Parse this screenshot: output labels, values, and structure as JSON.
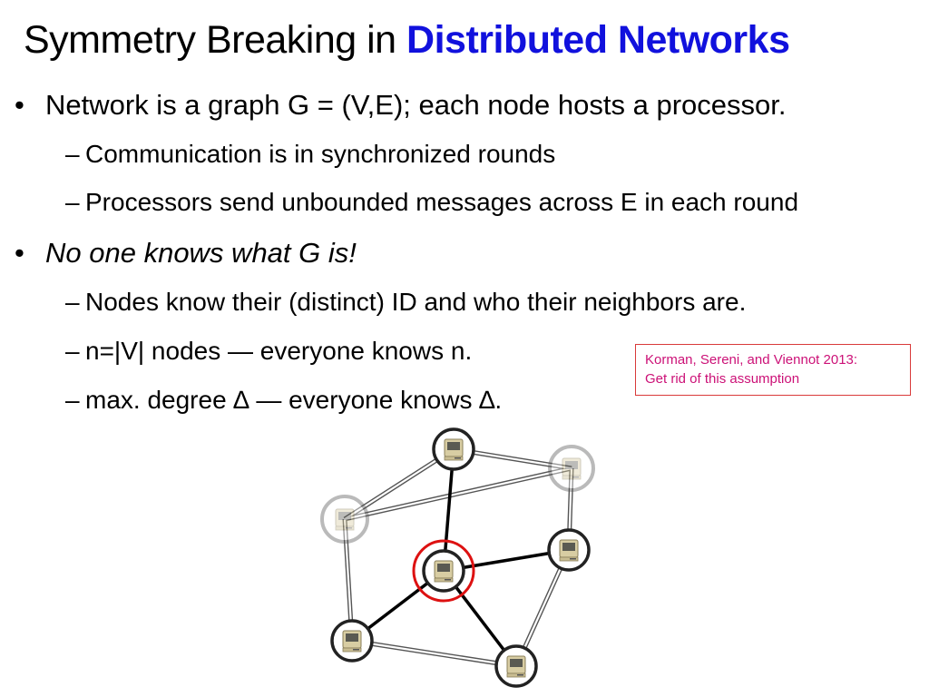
{
  "slide": {
    "title_plain": "Symmetry Breaking in ",
    "title_accent": "Distributed Networks"
  },
  "bullets": [
    {
      "marker": "•",
      "text": "Network is a graph G = (V,E);  each node hosts a processor."
    },
    {
      "marker": "•",
      "text": "No one knows what G is!"
    }
  ],
  "subbullets": [
    {
      "marker": "–",
      "text": "Communication is in synchronized rounds"
    },
    {
      "marker": "–",
      "text": "Processors send unbounded messages across E in each round"
    },
    {
      "marker": "–",
      "text": "Nodes know their (distinct) ID and who their neighbors are."
    },
    {
      "marker": "–",
      "text": "n=|V| nodes — everyone knows n."
    },
    {
      "marker": "–",
      "text": "max. degree ∆ — everyone knows ∆."
    }
  ],
  "note": {
    "line1": "Korman, Sereni, and Viennot 2013:",
    "line2": "Get rid of this assumption",
    "border_color": "#d93a3a",
    "text_color": "#cc1177"
  },
  "colors": {
    "accent": "#1111dd",
    "highlight_ring": "#dd1111"
  },
  "graph": {
    "nodes": [
      "top",
      "top-right",
      "left",
      "center",
      "right",
      "bottom-left",
      "bottom-right"
    ],
    "faded_nodes": [
      "top-right",
      "left"
    ],
    "highlighted_node": "center",
    "node_icon": "computer-icon"
  }
}
